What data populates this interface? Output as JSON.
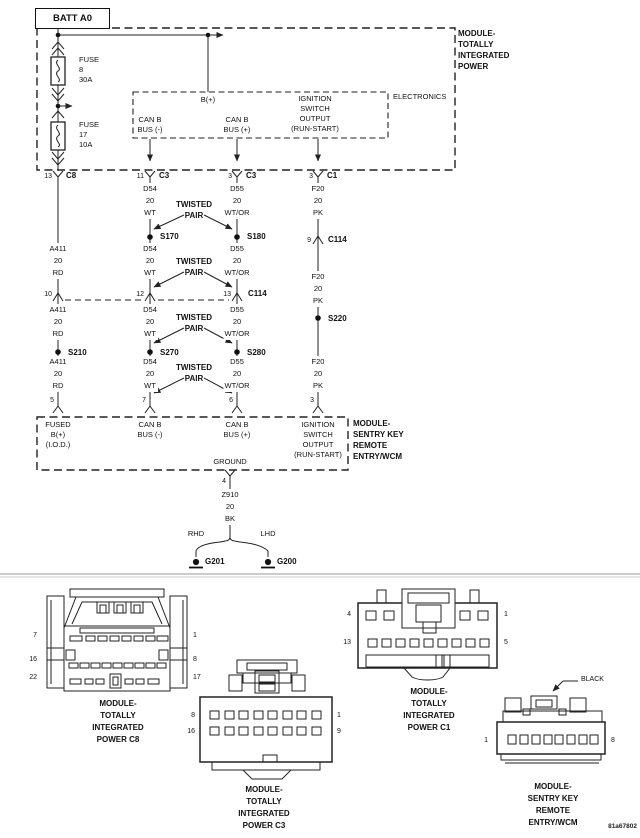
{
  "battery": {
    "label": "BATT A0"
  },
  "part_id": "81a67802",
  "tipm": {
    "lines": [
      "MODULE-",
      "TOTALLY",
      "INTEGRATED",
      "POWER"
    ]
  },
  "electronics": {
    "label": "ELECTRONICS",
    "b_plus": "B(+)",
    "can_minus": [
      "CAN B",
      "BUS (-)"
    ],
    "can_plus": [
      "CAN B",
      "BUS (+)"
    ],
    "ignition": [
      "IGNITION",
      "SWITCH",
      "OUTPUT",
      "(RUN-START)"
    ]
  },
  "fuses": [
    {
      "name": "FUSE",
      "number": "8",
      "rating": "30A"
    },
    {
      "name": "FUSE",
      "number": "17",
      "rating": "10A"
    }
  ],
  "top_connectors": [
    {
      "pin": "13",
      "name": "C8"
    },
    {
      "pin": "11",
      "name": "C3"
    },
    {
      "pin": "3",
      "name": "C3"
    },
    {
      "pin": "3",
      "name": "C1"
    }
  ],
  "wires": {
    "a411": [
      "A411",
      "20",
      "RD"
    ],
    "d54": [
      "D54",
      "20",
      "WT"
    ],
    "d55": [
      "D55",
      "20",
      "WT/OR"
    ],
    "f20": [
      "F20",
      "20",
      "PK"
    ],
    "z910": [
      "Z910",
      "20",
      "BK"
    ]
  },
  "twisted_pair": [
    "TWISTED",
    "PAIR"
  ],
  "splices": {
    "s170": "S170",
    "s180": "S180",
    "s210": "S210",
    "s220": "S220",
    "s270": "S270",
    "s280": "S280"
  },
  "c114": {
    "name": "C114",
    "pin9": "9",
    "pin10": "10",
    "pin12": "12",
    "pin13": "13"
  },
  "skreem": {
    "lines": [
      "MODULE-",
      "SENTRY KEY",
      "REMOTE",
      "ENTRY/WCM"
    ],
    "fused": [
      "FUSED",
      "B(+)",
      "(I.O.D.)"
    ],
    "can_minus": [
      "CAN B",
      "BUS (-)"
    ],
    "can_plus": [
      "CAN B",
      "BUS (+)"
    ],
    "ignition": [
      "IGNITION",
      "SWITCH",
      "OUTPUT",
      "(RUN-START)"
    ],
    "ground": "GROUND",
    "pin5": "5",
    "pin7": "7",
    "pin6": "6",
    "pin3": "3",
    "pin4": "4"
  },
  "grounds": {
    "rhd": "RHD",
    "lhd": "LHD",
    "g201": "G201",
    "g200": "G200"
  },
  "connector_views": [
    {
      "caption": [
        "MODULE-",
        "TOTALLY",
        "INTEGRATED",
        "POWER C8"
      ],
      "pins_left": [
        "7",
        "16",
        "22"
      ],
      "pins_right": [
        "1",
        "8",
        "17"
      ]
    },
    {
      "caption": [
        "MODULE-",
        "TOTALLY",
        "INTEGRATED",
        "POWER C3"
      ],
      "pins_left": [
        "8",
        "16"
      ],
      "pins_right": [
        "1",
        "9"
      ]
    },
    {
      "caption": [
        "MODULE-",
        "TOTALLY",
        "INTEGRATED",
        "POWER C1"
      ],
      "pins_left": [
        "4",
        "13"
      ],
      "pins_right": [
        "1",
        "5"
      ]
    },
    {
      "caption": [
        "MODULE-",
        "SENTRY KEY",
        "REMOTE",
        "ENTRY/WCM"
      ],
      "pins_left": [
        "1"
      ],
      "pins_right": [
        "8"
      ],
      "color_note": "BLACK"
    }
  ]
}
